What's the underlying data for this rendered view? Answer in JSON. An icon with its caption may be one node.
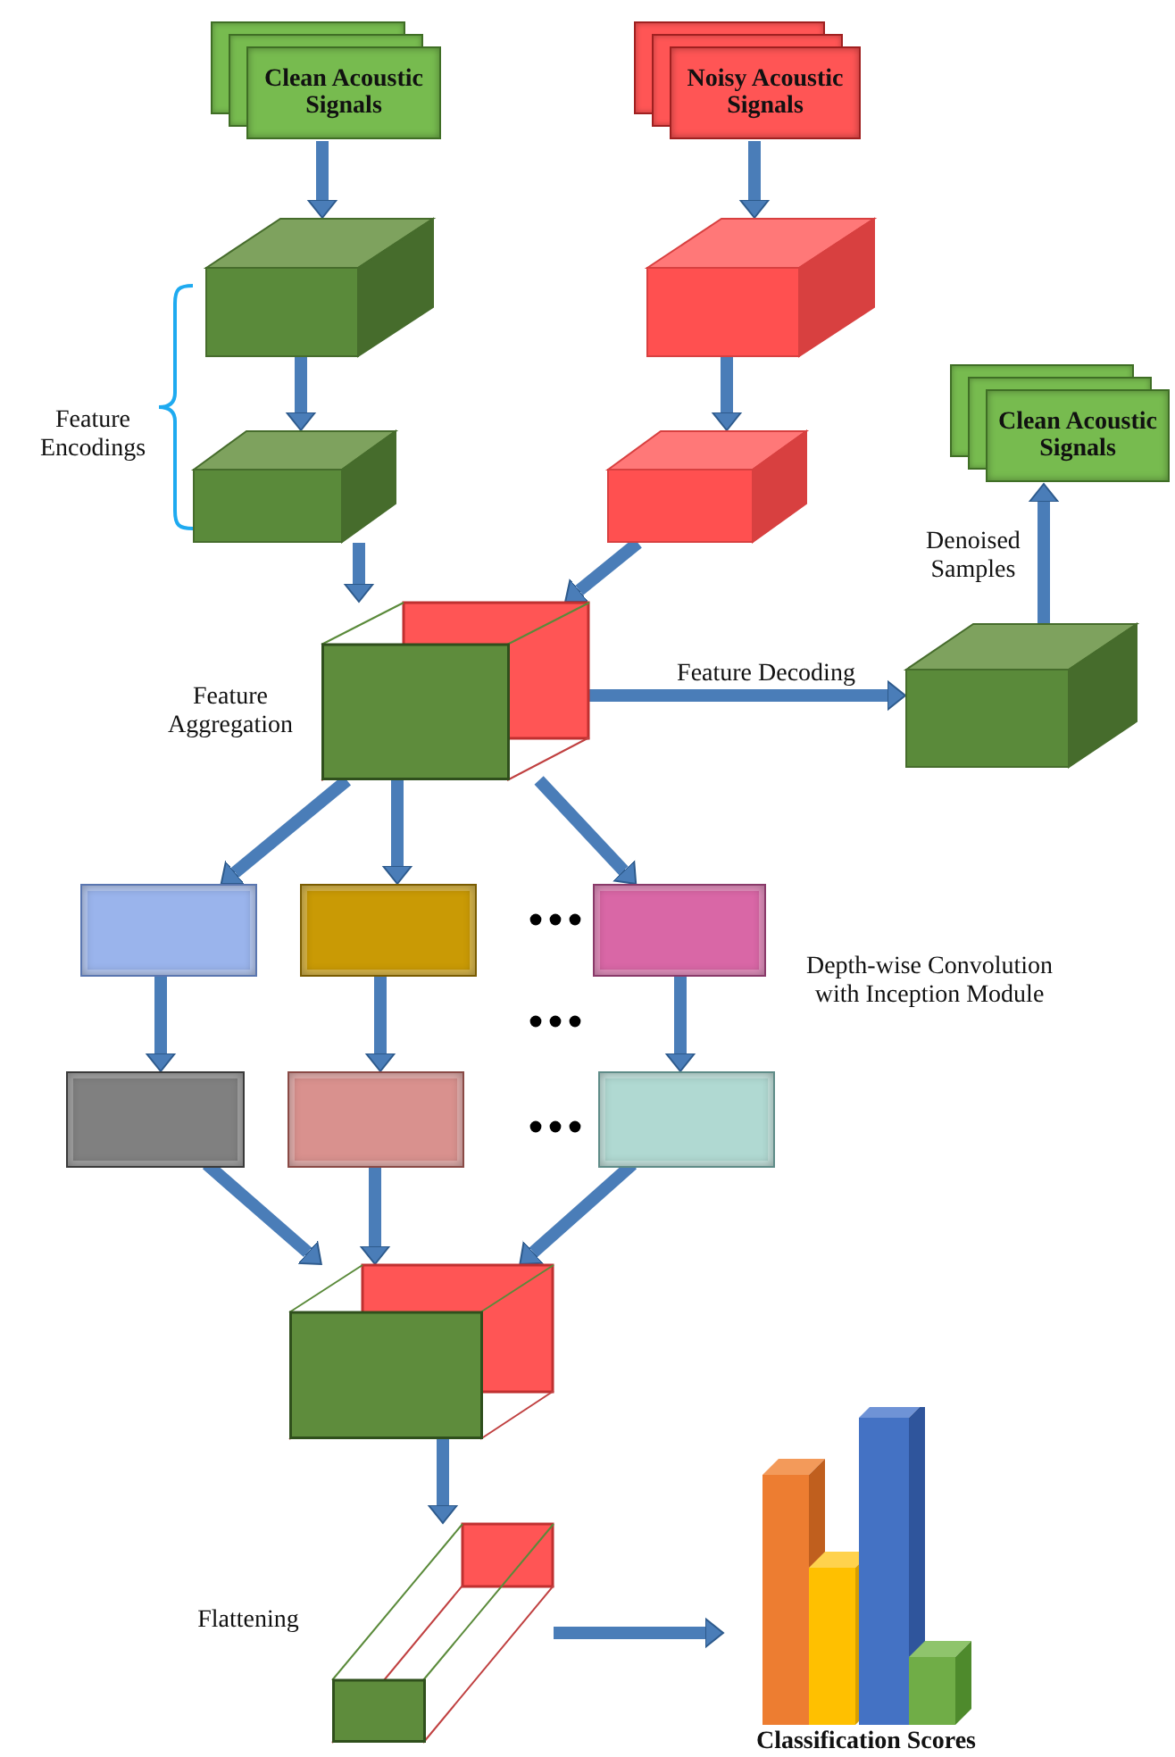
{
  "diagram": {
    "nodes": [
      {
        "text": [
          "Clean Acoustic Signals"
        ]
      },
      {
        "text": [
          "Noisy Acoustic Signals"
        ]
      },
      {
        "text": [],
        "shape": "cube"
      },
      {
        "text": [],
        "shape": "cube"
      },
      {
        "text": [],
        "shape": "cube"
      },
      {
        "text": [],
        "shape": "cube"
      },
      {
        "text": [],
        "shape": "cube",
        "beside": [
          "Feature Aggregation"
        ]
      },
      {
        "text": [],
        "shape": "cube"
      },
      {
        "text": [
          "Clean Acoustic Signals"
        ]
      },
      {
        "text": [],
        "shape": "box"
      },
      {
        "text": [],
        "shape": "box"
      },
      {
        "text": [],
        "shape": "box"
      },
      {
        "text": [],
        "shape": "box"
      },
      {
        "text": [],
        "shape": "box"
      },
      {
        "text": [],
        "shape": "box"
      },
      {
        "text": [],
        "shape": "cube"
      },
      {
        "text": [],
        "shape": "cube",
        "beside": [
          "Flattening"
        ]
      },
      {
        "text": [
          "Classification Scores"
        ]
      }
    ],
    "edges": [
      {
        "from": 0,
        "to": 2,
        "arrow": "to"
      },
      {
        "from": 2,
        "to": 4,
        "arrow": "to"
      },
      {
        "from": 1,
        "to": 3,
        "arrow": "to"
      },
      {
        "from": 3,
        "to": 5,
        "arrow": "to"
      },
      {
        "from": 4,
        "to": 6,
        "arrow": "to"
      },
      {
        "from": 5,
        "to": 6,
        "arrow": "to"
      },
      {
        "from": 6,
        "to": 7,
        "arrow": "to",
        "label": "Feature Decoding"
      },
      {
        "from": 7,
        "to": 8,
        "arrow": "to",
        "label": "Denoised Samples"
      },
      {
        "from": 6,
        "to": 9,
        "arrow": "to"
      },
      {
        "from": 6,
        "to": 10,
        "arrow": "to"
      },
      {
        "from": 6,
        "to": 11,
        "arrow": "to"
      },
      {
        "from": 9,
        "to": 12,
        "arrow": "to"
      },
      {
        "from": 10,
        "to": 13,
        "arrow": "to"
      },
      {
        "from": 11,
        "to": 14,
        "arrow": "to"
      },
      {
        "from": 12,
        "to": 15,
        "arrow": "to"
      },
      {
        "from": 13,
        "to": 15,
        "arrow": "to"
      },
      {
        "from": 14,
        "to": 15,
        "arrow": "to"
      },
      {
        "from": 15,
        "to": 16,
        "arrow": "to"
      },
      {
        "from": 16,
        "to": 17,
        "arrow": "to"
      }
    ],
    "labels": [
      "Feature Encodings",
      "Depth-wise Convolution with Inception Module"
    ]
  }
}
